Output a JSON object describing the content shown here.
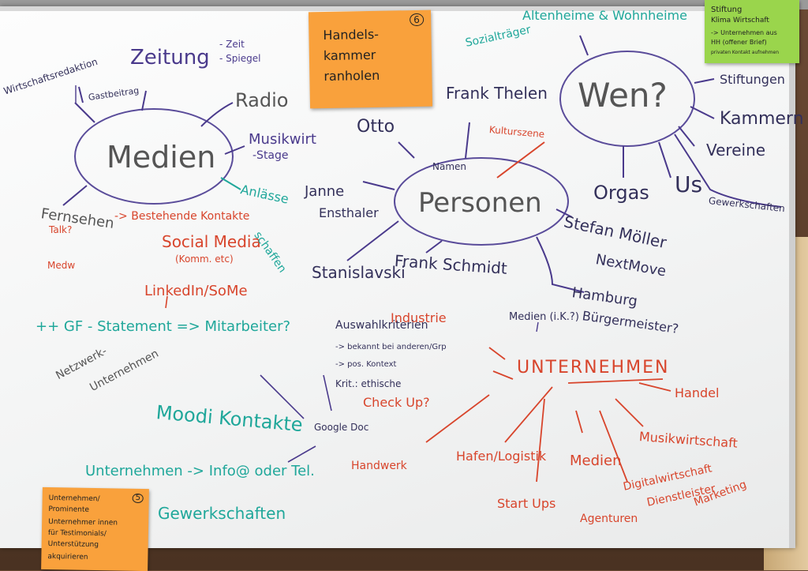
{
  "notes": {
    "handelskammer": {
      "line1": "Handels-",
      "line2": "kammer",
      "line3": "ranholen",
      "badge": "6"
    },
    "stiftung": {
      "line1": "Stiftung",
      "line2": "Klima Wirtschaft",
      "line3": "-> Unternehmen aus",
      "line4": "HH (offener Brief)",
      "line5": "privaten Kontakt aufnehmen"
    },
    "unternehmen_bottom": {
      "line1": "Unternehmen/",
      "line2": "Prominente",
      "line3": "Unternehmer innen",
      "line4": "für Testimonials/",
      "line5": "Unterstützung",
      "line6": "akquirieren",
      "badge": "5"
    }
  },
  "medien": {
    "center": "Medien",
    "zeitung": "Zeitung",
    "zeit": "- Zeit",
    "spiegel": "- Spiegel",
    "wirtschaftsredaktion": "Wirtschaftsredaktion",
    "gastbeitrag": "Gastbeitrag",
    "radio": "Radio",
    "musikwirt": "Musikwirt",
    "stage": "-Stage",
    "fernsehen": "Fernsehen",
    "talk": "Talk?",
    "bestehende": "-> Bestehende Kontakte",
    "social_media": "Social Media",
    "komm": "(Komm. etc)",
    "anlaesse": "Anlässe",
    "schaffen": "schaffen",
    "medw": "Medw"
  },
  "personen": {
    "center": "Personen",
    "namen": "Namen",
    "otto": "Otto",
    "frank_thelen": "Frank Thelen",
    "kulturszene": "Kulturszene",
    "janne": "Janne",
    "ensthaler": "Ensthaler",
    "stanislavski": "Stanislavski",
    "frank_schmidt": "Frank Schmidt",
    "stefan": "Stefan Möller",
    "nextmove": "NextMove",
    "hamburg": "Hamburg",
    "buergermeister": "Bürgermeister?"
  },
  "wen": {
    "center": "Wen?",
    "altenheime": "Altenheime & Wohnheime",
    "soziale": "Sozialträger",
    "stiftungen": "Stiftungen",
    "kammern": "Kammern",
    "vereine": "Vereine",
    "orgas": "Orgas",
    "us": "Us",
    "gewerkschaften": "Gewerkschaften"
  },
  "unternehmen": {
    "center": "UNTERNEHMEN",
    "industrie": "Industrie",
    "medien_ik": "Medien (i.K.?)",
    "handel": "Handel",
    "musikwirtschaft": "Musikwirtschaft",
    "handwerk": "Handwerk",
    "hafen": "Hafen/Logistik",
    "medien": "Medien",
    "start_ups": "Start Ups",
    "agenturen": "Agenturen",
    "digitalwirtschaft": "Digitalwirtschaft",
    "dienstleister": "Dienstleister",
    "marketing": "Marketing"
  },
  "left": {
    "linkedin": "LinkedIn/SoMe",
    "gf_statement": "++ GF - Statement => Mitarbeiter?",
    "auswahlkriterien": "Auswahlkriterien",
    "bekannt": "-> bekannt bei anderen/Grp",
    "pos_kontext": "-> pos. Kontext",
    "krit": "Krit.: ethische",
    "check_up": "Check Up?",
    "netzwerk": "Netzwerk-",
    "unternehmen": "Unternehmen",
    "moodi": "Moodi Kontakte",
    "google_doc": "Google Doc",
    "unternehmen_info": "Unternehmen -> Info@ oder Tel.",
    "gewerkschaften": "Gewerkschaften"
  }
}
